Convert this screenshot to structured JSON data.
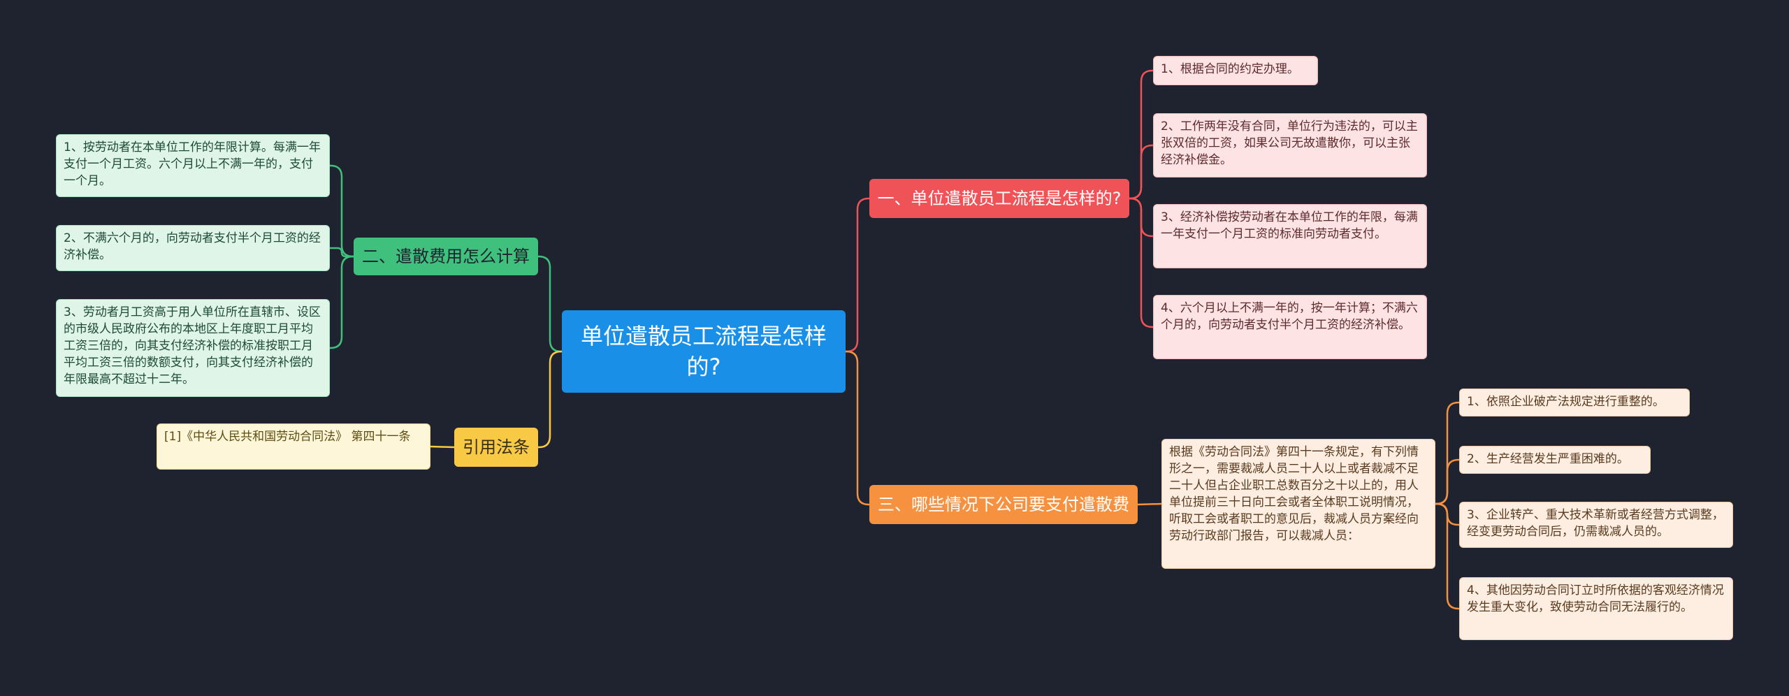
{
  "root": {
    "title": "单位遣散员工流程是怎样的?"
  },
  "branches": {
    "b1": {
      "label": "一、单位遣散员工流程是怎样的?",
      "items": [
        "1、根据合同的约定办理。",
        "2、工作两年没有合同，单位行为违法的，可以主张双倍的工资，如果公司无故遣散你，可以主张经济补偿金。",
        "3、经济补偿按劳动者在本单位工作的年限，每满一年支付一个月工资的标准向劳动者支付。",
        "4、六个月以上不满一年的，按一年计算；不满六个月的，向劳动者支付半个月工资的经济补偿。"
      ]
    },
    "b2": {
      "label": "二、遣散费用怎么计算",
      "items": [
        "1、按劳动者在本单位工作的年限计算。每满一年支付一个月工资。六个月以上不满一年的，支付一个月。",
        "2、不满六个月的，向劳动者支付半个月工资的经济补偿。",
        "3、劳动者月工资高于用人单位所在直辖市、设区的市级人民政府公布的本地区上年度职工月平均工资三倍的，向其支付经济补偿的标准按职工月平均工资三倍的数额支付，向其支付经济补偿的年限最高不超过十二年。"
      ]
    },
    "b3": {
      "label": "三、哪些情况下公司要支付遣散费",
      "middle": "根据《劳动合同法》第四十一条规定，有下列情形之一，需要裁减人员二十人以上或者裁减不足二十人但占企业职工总数百分之十以上的，用人单位提前三十日向工会或者全体职工说明情况，听取工会或者职工的意见后，裁减人员方案经向劳动行政部门报告，可以裁减人员：",
      "items": [
        "1、依照企业破产法规定进行重整的。",
        "2、生产经营发生严重困难的。",
        "3、企业转产、重大技术革新或者经营方式调整，经变更劳动合同后，仍需裁减人员的。",
        "4、其他因劳动合同订立时所依据的客观经济情况发生重大变化，致使劳动合同无法履行的。"
      ]
    },
    "b4": {
      "label": "引用法条",
      "items": [
        "[1]《中华人民共和国劳动合同法》 第四十一条"
      ]
    }
  },
  "colors": {
    "background": "#1f2330",
    "root": "#1a8fe8",
    "red": "#ef5358",
    "orange": "#f6913f",
    "green": "#3fc17d",
    "yellow": "#f7c945"
  }
}
